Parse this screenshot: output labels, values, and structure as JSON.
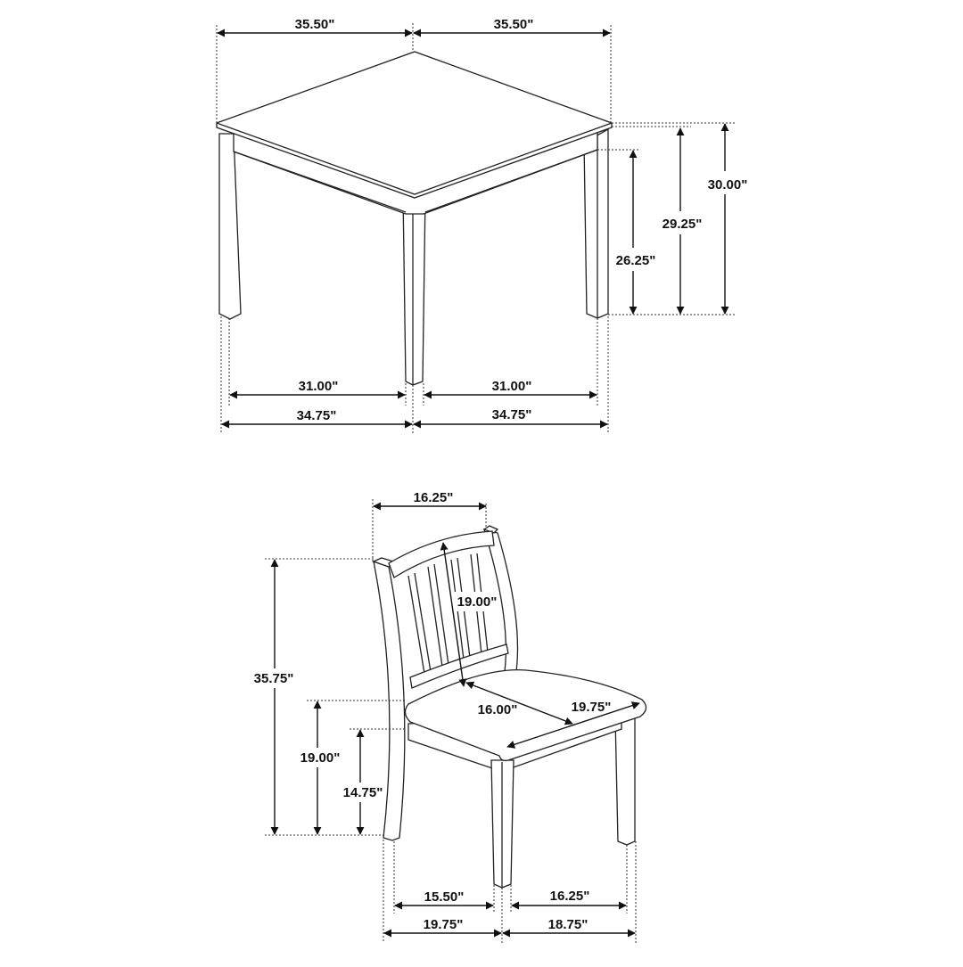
{
  "diagram": {
    "table": {
      "top_width_left": "35.50\"",
      "top_width_right": "35.50\"",
      "overall_height": "30.00\"",
      "apron_height": "29.25\"",
      "leg_clearance_height": "26.25\"",
      "inner_leg_span_left": "31.00\"",
      "inner_leg_span_right": "31.00\"",
      "outer_leg_span_left": "34.75\"",
      "outer_leg_span_right": "34.75\""
    },
    "chair": {
      "back_width": "16.25\"",
      "back_height": "19.00\"",
      "overall_height": "35.75\"",
      "seat_height": "19.00\"",
      "apron_clearance_height": "14.75\"",
      "seat_depth": "16.00\"",
      "seat_width": "19.75\"",
      "inner_leg_span_left": "15.50\"",
      "inner_leg_span_right": "16.25\"",
      "outer_leg_span_left": "19.75\"",
      "outer_leg_span_right": "18.75\""
    }
  }
}
